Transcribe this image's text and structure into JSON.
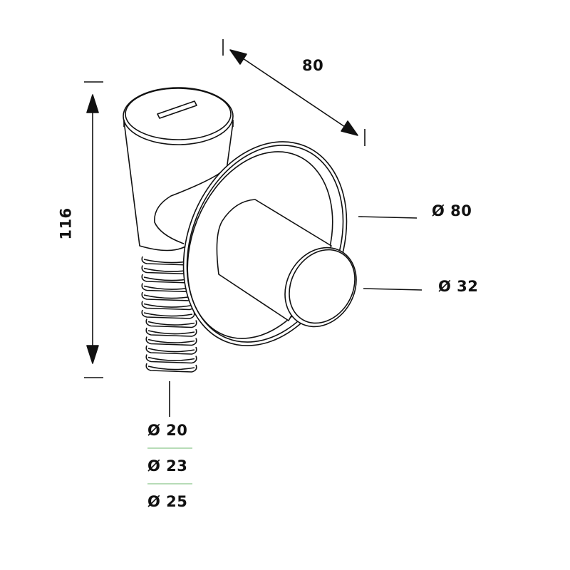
{
  "dimensions": {
    "height": "116",
    "depth": "80",
    "flange_diameter": "Ø  80",
    "outlet_diameter": "Ø 32",
    "hose_diameters": [
      "Ø 20",
      "Ø 23",
      "Ø 25"
    ]
  },
  "colors": {
    "line": "#111111",
    "separator": "#9fd09f"
  }
}
